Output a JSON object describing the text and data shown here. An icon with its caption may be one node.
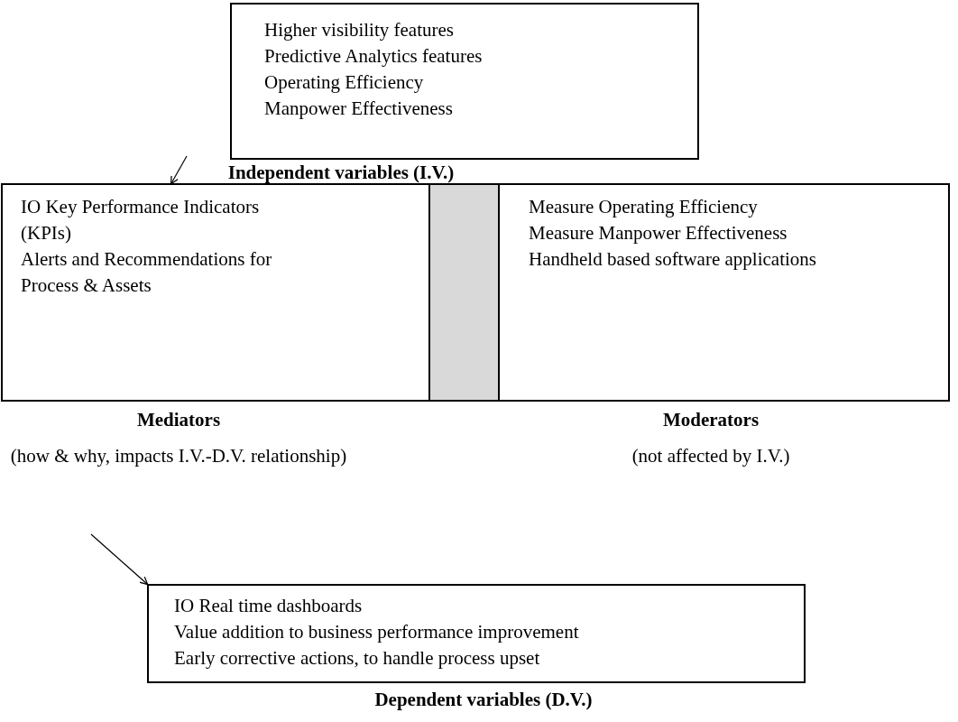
{
  "diagram": {
    "nodes": [
      {
        "text": [
          "Higher visibility features",
          "Predictive Analytics features",
          "Operating Efficiency",
          "Manpower Effectiveness"
        ],
        "beside": [
          "Independent variables (I.V.)"
        ]
      },
      {
        "text": [
          "IO Key Performance Indicators (KPIs)",
          "Alerts and Recommendations for Process & Assets"
        ],
        "beside": [
          "Mediators",
          "(how & why, impacts I.V.-D.V. relationship)"
        ]
      },
      {
        "text": [],
        "shape": "bar"
      },
      {
        "text": [
          "Measure Operating Efficiency",
          "Measure Manpower Effectiveness",
          "Handheld based software applications"
        ],
        "beside": [
          "Moderators",
          "(not affected by I.V.)"
        ]
      },
      {
        "text": [
          "IO Real time dashboards",
          "Value addition to business performance improvement",
          "Early corrective actions, to handle process upset"
        ],
        "beside": [
          "Dependent variables (D.V.)"
        ]
      }
    ],
    "edges": [
      {
        "from": null,
        "to": 1,
        "arrow": "to"
      },
      {
        "from": null,
        "to": 4,
        "arrow": "to"
      }
    ]
  }
}
